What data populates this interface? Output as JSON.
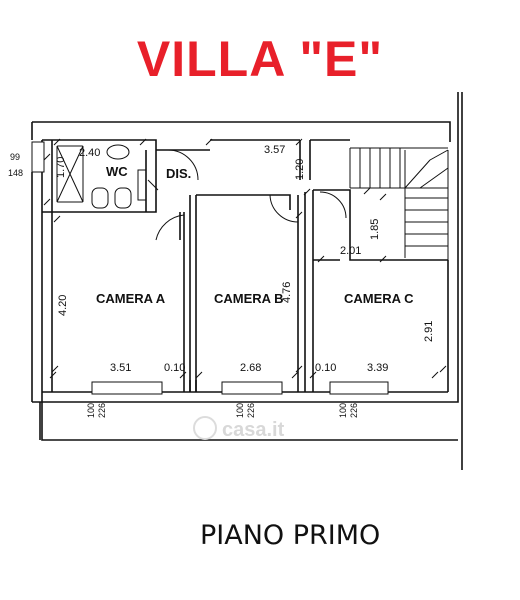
{
  "title": "VILLA \"E\"",
  "subtitle": "PIANO PRIMO",
  "watermark": "casa.it",
  "rooms": {
    "wc": "WC",
    "dis": "DIS.",
    "camera_a": "CAMERA A",
    "camera_b": "CAMERA B",
    "camera_c": "CAMERA C"
  },
  "dimensions": {
    "d_99": "99",
    "d_148": "148",
    "d_170": "1.70",
    "d_240": "2.40",
    "d_357": "3.57",
    "d_120": "1.20",
    "d_185": "1.85",
    "d_201": "2.01",
    "d_420": "4.20",
    "d_476": "4.76",
    "d_291": "2.91",
    "d_351": "3.51",
    "d_010a": "0.10",
    "d_268": "2.68",
    "d_010b": "0.10",
    "d_339": "3.39",
    "w1_100": "100",
    "w1_226": "226",
    "w2_100": "100",
    "w2_226": "226",
    "w3_100": "100",
    "w3_226": "226"
  },
  "colors": {
    "title": "#e8202a",
    "walls": "#111111"
  }
}
